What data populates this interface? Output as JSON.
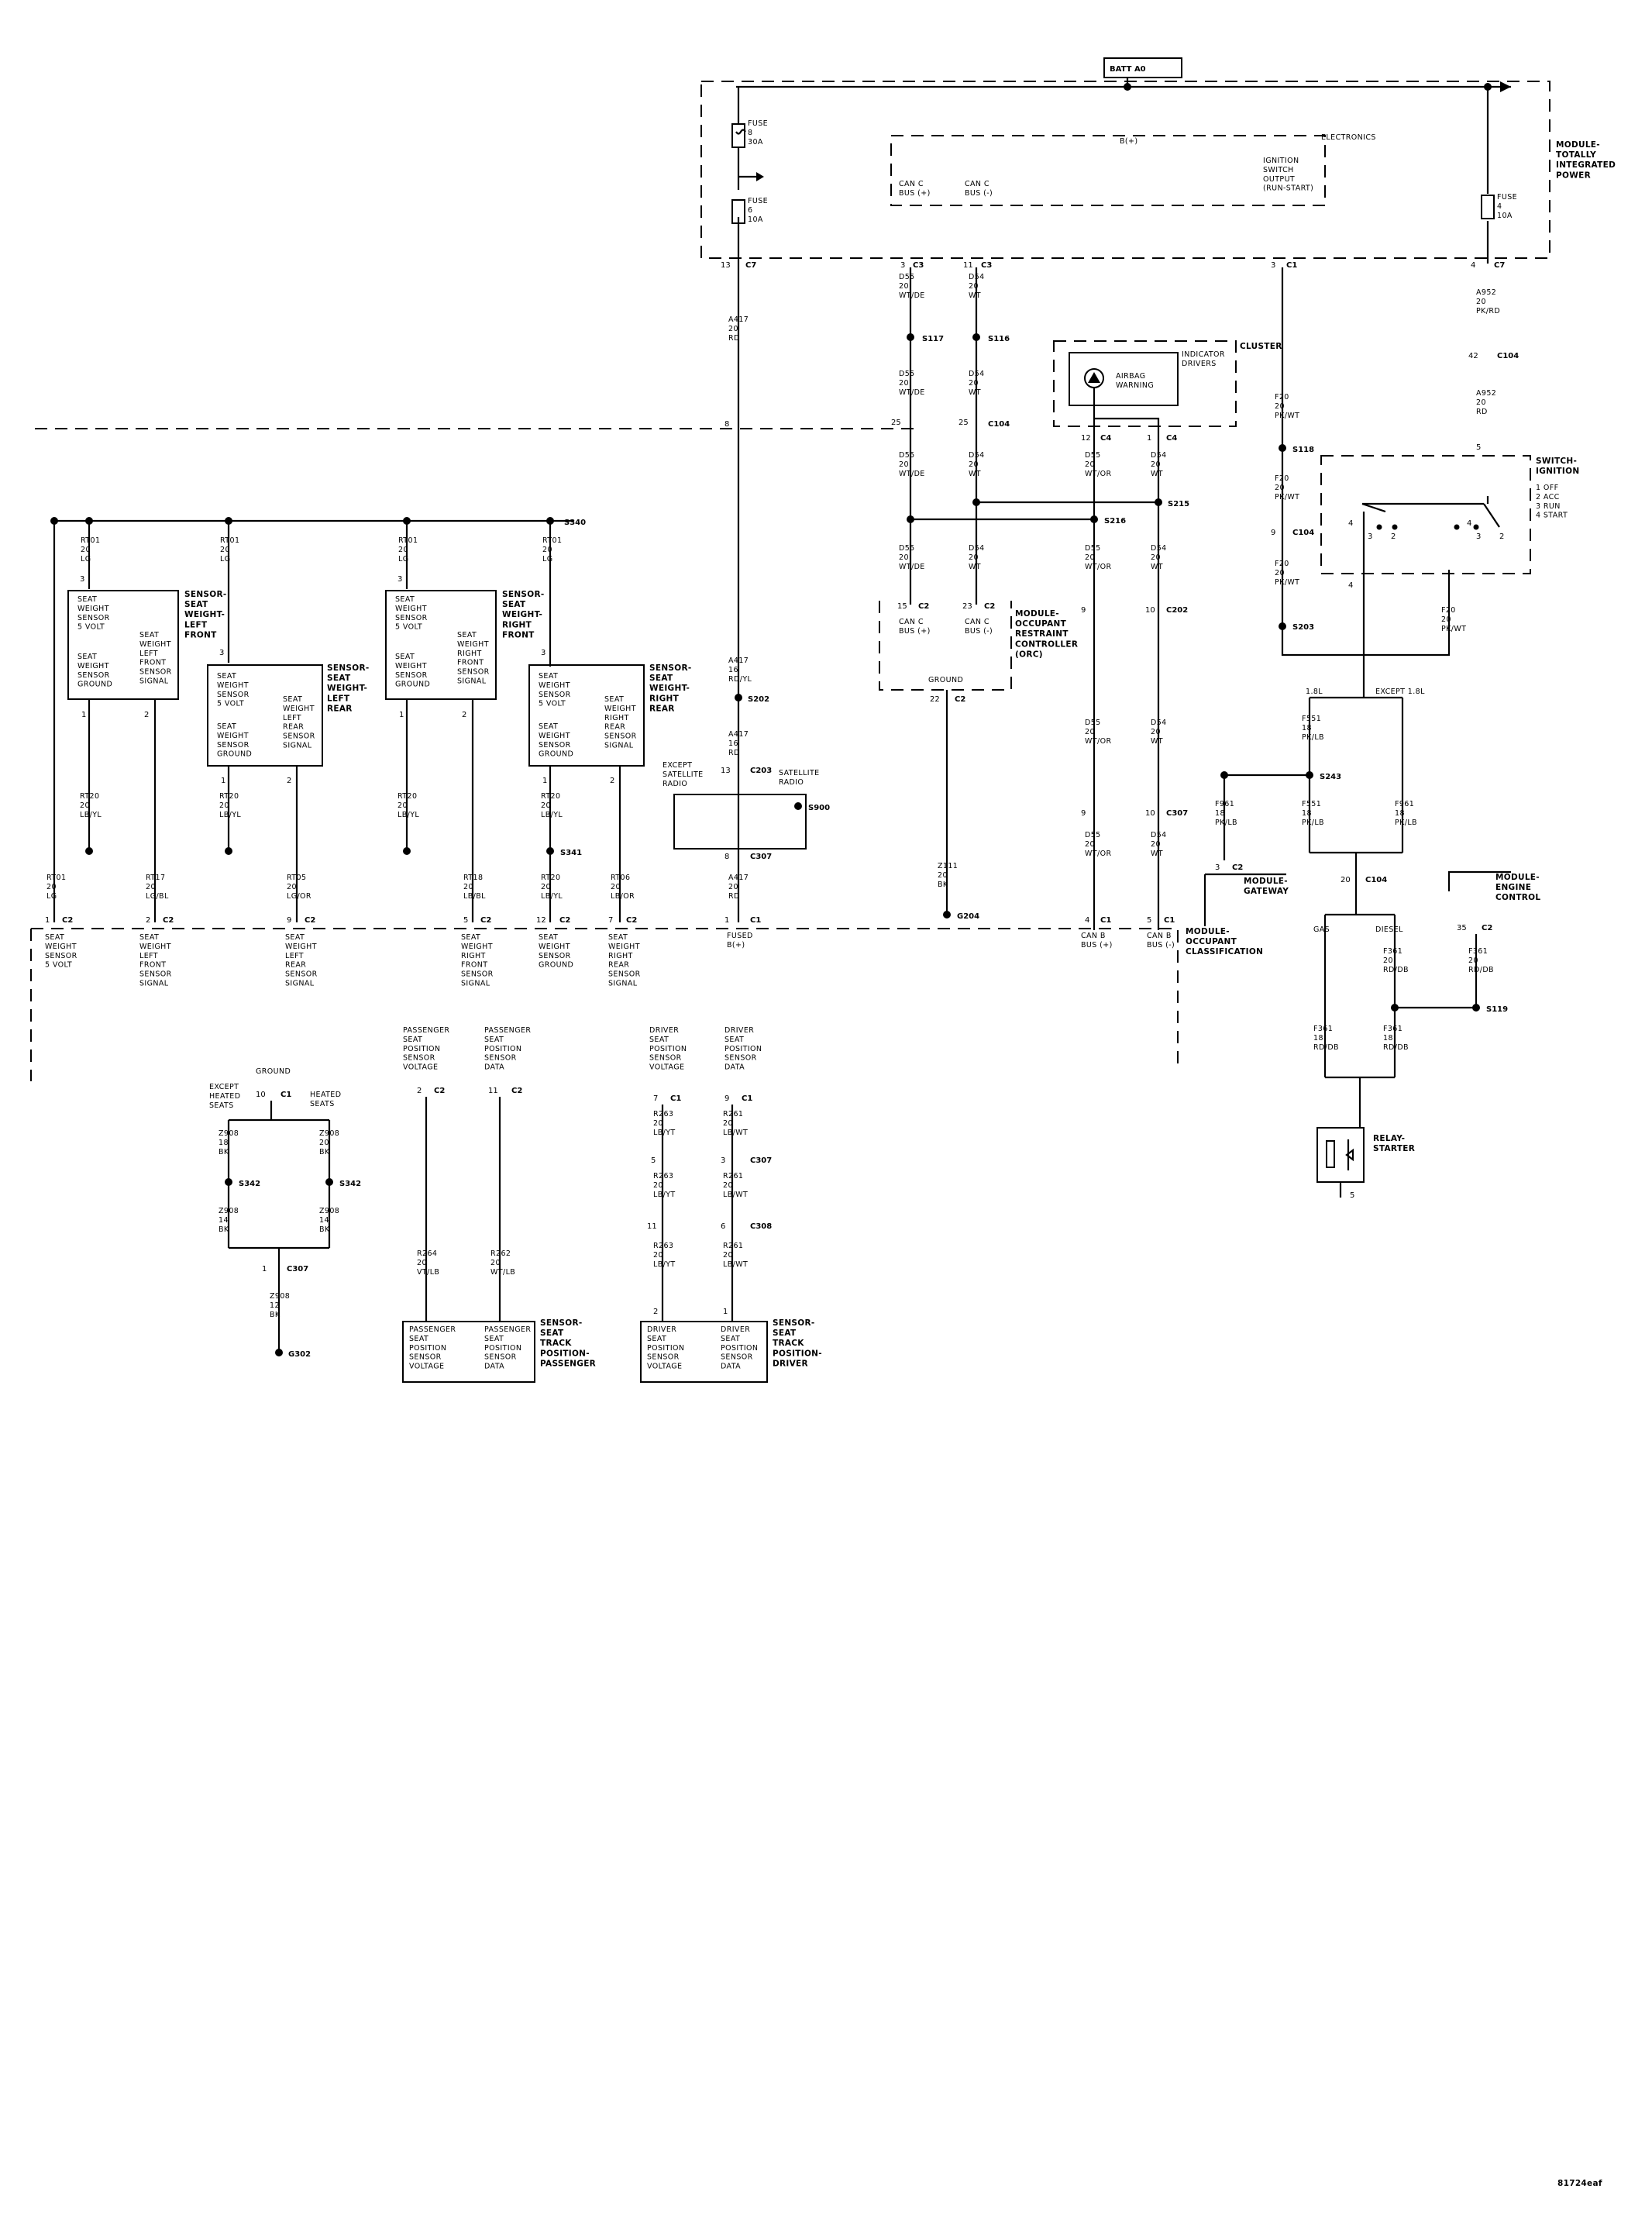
{
  "figure_id": "81724eaf",
  "power": {
    "batt": "BATT A0",
    "tipm_title": "MODULE-\nTOTALLY\nINTEGRATED\nPOWER",
    "fuse8": "FUSE\n8\n30A",
    "fuse6": "FUSE\n6\n10A",
    "fuse4": "FUSE\n4\n10A",
    "electronics": "ELECTRONICS",
    "b_plus": "B(+)",
    "can_c_pos": "CAN C\nBUS (+)",
    "can_c_neg": "CAN C\nBUS (-)",
    "ignition_output": "IGNITION\nSWITCH\nOUTPUT\n(RUN-START)"
  },
  "connectors": {
    "c7": "C7",
    "c3": "C3",
    "c1": "C1",
    "c2": "C2",
    "c4": "C4",
    "c104": "C104",
    "c202": "C202",
    "c203": "C203",
    "c307": "C307",
    "c308": "C308",
    "s117": "S117",
    "s116": "S116",
    "s118": "S118",
    "s203": "S203",
    "s215": "S215",
    "s216": "S216",
    "s243": "S243",
    "s119": "S119",
    "s202": "S202",
    "s900": "S900",
    "s340": "S340",
    "s341": "S341",
    "s342": "S342",
    "g204": "G204",
    "g302": "G302"
  },
  "wires": {
    "a17_20_rd": "A417\n20\nRD",
    "a17_16_rdyl": "A417\n16\nRD/YL",
    "a17_16_rd": "A417\n16\nRD",
    "a17_20_rd2": "A417\n20\nRD",
    "d55": "D55\n20\nWT/DE",
    "d54": "D54\n20\nWT",
    "d55b": "D55\n20\nWT/OR",
    "f20": "F20\n20\nPK/WT",
    "a952": "A952\n20\nPK/RD",
    "a952b": "A952\n20\nRD",
    "f551": "F551\n18\nPK/LB",
    "f961": "F961\n18\nPK/LB",
    "f361": "F361\n20\nRD/DB",
    "f361b": "F361\n18\nRD/DB",
    "z111": "Z111\n20\nBK",
    "rt01": "RT01\n20\nLG",
    "rt20": "RT20\n20\nLB/YL",
    "rt17": "RT17\n20\nLG/BL",
    "rt05": "RT05\n20\nLG/OR",
    "rt18": "RT18\n20\nLB/BL",
    "rt06": "RT06\n20\nLB/OR",
    "z908_18": "Z908\n18\nBK",
    "z908_20": "Z908\n20\nBK",
    "z908_14": "Z908\n14\nBK",
    "z908_12": "Z908\n12\nBK",
    "r264": "R264\n20\nVT/LB",
    "r262": "R262\n20\nWT/LB",
    "r263": "R263\n20\nLB/YT",
    "r261": "R261\n20\nLB/WT"
  },
  "modules": {
    "cluster": "CLUSTER",
    "indicator_drivers": "INDICATOR\nDRIVERS",
    "airbag_warning": "AIRBAG\nWARNING",
    "orc_title": "MODULE-\nOCCUPANT\nRESTRAINT\nCONTROLLER\n(ORC)",
    "ground": "GROUND",
    "switch_ignition": "SWITCH-\nIGNITION",
    "switch_positions": "1 OFF\n2 ACC\n3 RUN\n4 START",
    "gas": "GAS",
    "diesel": "DIESEL",
    "except_18l": "EXCEPT 1.8L",
    "l18": "1.8L",
    "gateway": "MODULE-\nGATEWAY",
    "engine_control": "MODULE-\nENGINE\nCONTROL",
    "occupant_class": "MODULE-\nOCCUPANT\nCLASSIFICATION",
    "relay_starter": "RELAY-\nSTARTER",
    "except_satellite": "EXCEPT\nSATELLITE\nRADIO",
    "satellite_radio": "SATELLITE\nRADIO",
    "fused_b": "FUSED\nB(+)",
    "can_b_pos": "CAN B\nBUS (+)",
    "can_b_neg": "CAN B\nBUS (-)",
    "can_c_bus_pos_orc": "CAN C\nBUS (+)",
    "can_c_bus_neg_orc": "CAN C\nBUS (-)"
  },
  "sensors": {
    "lf_title": "SENSOR-\nSEAT\nWEIGHT-\nLEFT\nFRONT",
    "lr_title": "SENSOR-\nSEAT\nWEIGHT-\nLEFT\nREAR",
    "rf_title": "SENSOR-\nSEAT\nWEIGHT-\nRIGHT\nFRONT",
    "rr_title": "SENSOR-\nSEAT\nWEIGHT-\nRIGHT\nREAR",
    "s_5volt": "SEAT\nWEIGHT\nSENSOR\n5 VOLT",
    "s_ground": "SEAT\nWEIGHT\nSENSOR\nGROUND",
    "s_lf_signal": "SEAT\nWEIGHT\nLEFT\nFRONT\nSENSOR\nSIGNAL",
    "s_lr_signal": "SEAT\nWEIGHT\nLEFT\nREAR\nSENSOR\nSIGNAL",
    "s_rf_signal": "SEAT\nWEIGHT\nRIGHT\nFRONT\nSENSOR\nSIGNAL",
    "s_rr_signal": "SEAT\nWEIGHT\nRIGHT\nREAR\nSENSOR\nSIGNAL",
    "ground_hdr": "GROUND",
    "except_heated": "EXCEPT\nHEATED\nSEATS",
    "heated": "HEATED\nSEATS",
    "pass_volt": "PASSENGER\nSEAT\nPOSITION\nSENSOR\nVOLTAGE",
    "pass_data": "PASSENGER\nSEAT\nPOSITION\nSENSOR\nDATA",
    "drv_volt": "DRIVER\nSEAT\nPOSITION\nSENSOR\nVOLTAGE",
    "drv_data": "DRIVER\nSEAT\nPOSITION\nSENSOR\nDATA",
    "track_pass_title": "SENSOR-\nSEAT\nTRACK\nPOSITION-\nPASSENGER",
    "track_drv_title": "SENSOR-\nSEAT\nTRACK\nPOSITION-\nDRIVER"
  }
}
